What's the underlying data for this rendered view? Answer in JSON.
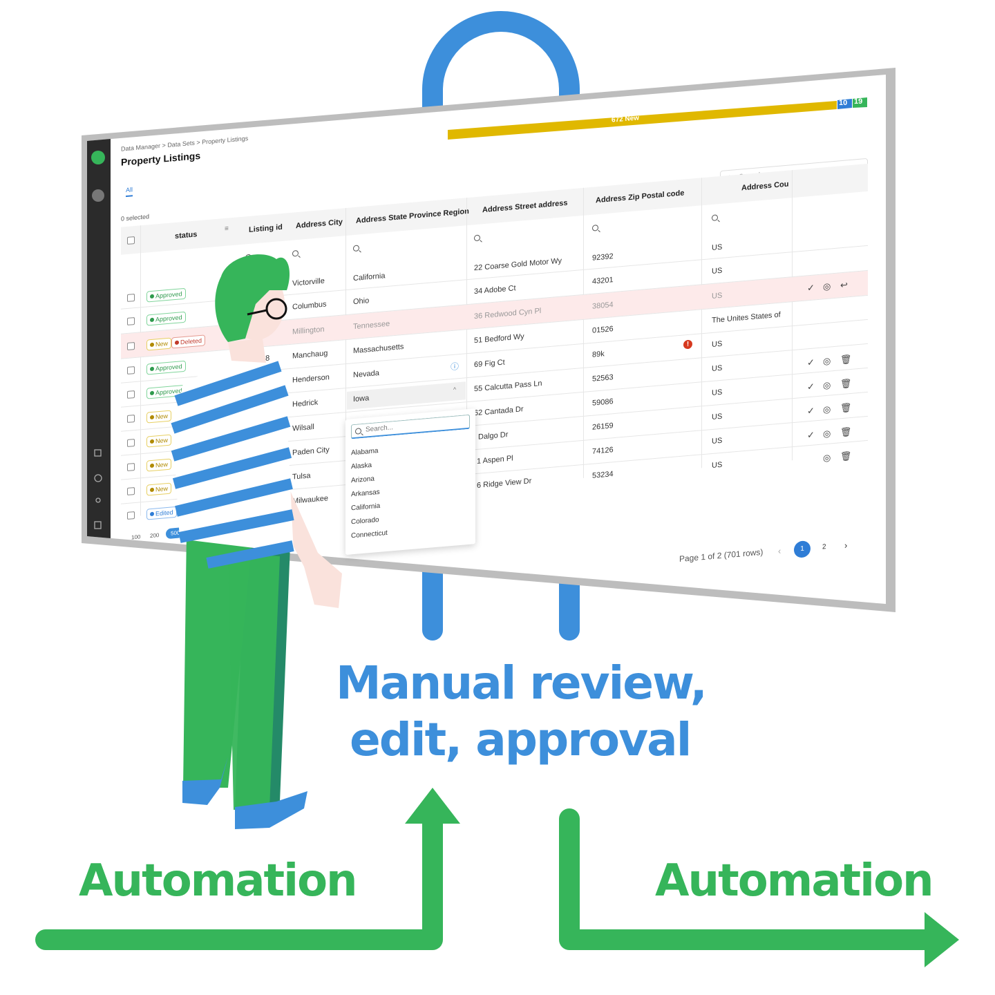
{
  "progress": {
    "new_label": "672 New",
    "blue_count": "10",
    "green_count": "19"
  },
  "breadcrumb": [
    "Data Manager",
    "Data Sets",
    "Property Listings"
  ],
  "page_title": "Property Listings",
  "tab_all": "All",
  "selected_count": "0 selected",
  "search_placeholder": "Search...",
  "columns": [
    "status",
    "Listing id",
    "Address City",
    "Address State Province Region",
    "Address Street address",
    "Address Zip Postal code",
    "Address Cou"
  ],
  "rows": [
    {
      "status": [
        "Approved"
      ],
      "id": "",
      "city": "Victorville",
      "state": "California",
      "street": "22 Coarse Gold Motor Wy",
      "zip": "92392",
      "country": "US"
    },
    {
      "status": [
        "Approved"
      ],
      "id": "",
      "city": "Columbus",
      "state": "Ohio",
      "street": "34 Adobe Ct",
      "zip": "43201",
      "country": "US"
    },
    {
      "status": [
        "New",
        "Deleted"
      ],
      "id": "",
      "city": "Millington",
      "state": "Tennessee",
      "street": "36 Redwood Cyn Pl",
      "zip": "38054",
      "country": "US"
    },
    {
      "status": [
        "Approved"
      ],
      "id": "58",
      "city": "Manchaug",
      "state": "Massachusetts",
      "street": "51 Bedford Wy",
      "zip": "01526",
      "country": "The Unites States of"
    },
    {
      "status": [
        "Approved"
      ],
      "id": "",
      "city": "Henderson",
      "state": "Nevada",
      "street": "69 Fig Ct",
      "zip": "89k",
      "country": "US"
    },
    {
      "status": [
        "New"
      ],
      "id": "",
      "city": "Hedrick",
      "state": "Iowa",
      "street": "55 Calcutta Pass Ln",
      "zip": "52563",
      "country": "US"
    },
    {
      "status": [
        "New"
      ],
      "id": "",
      "city": "Wilsall",
      "state": "",
      "street": "62 Cantada Dr",
      "zip": "59086",
      "country": "US"
    },
    {
      "status": [
        "New"
      ],
      "id": "",
      "city": "Paden City",
      "state": "",
      "street": "Dalgo Dr",
      "zip": "26159",
      "country": "US"
    },
    {
      "status": [
        "New"
      ],
      "id": "",
      "city": "Tulsa",
      "state": "",
      "street": "1 Aspen Pl",
      "zip": "74126",
      "country": "US"
    },
    {
      "status": [
        "Edited"
      ],
      "id": "",
      "city": "Milwaukee",
      "state": "",
      "street": "6 Ridge View Dr",
      "zip": "53234",
      "country": "US"
    }
  ],
  "dropdown": {
    "placeholder": "Search...",
    "options": [
      "Alabama",
      "Alaska",
      "Arizona",
      "Arkansas",
      "California",
      "Colorado",
      "Connecticut"
    ]
  },
  "page_sizes": [
    "100",
    "200",
    "500"
  ],
  "pagination": {
    "summary": "Page 1 of 2 (701 rows)",
    "pages": [
      "1",
      "2"
    ]
  },
  "captions": {
    "manual_line1": "Manual review,",
    "manual_line2": "edit, approval",
    "automation_left": "Automation",
    "automation_right": "Automation"
  },
  "colors": {
    "blue": "#3d8fdb",
    "green": "#36b55a",
    "yellow": "#e0b800"
  }
}
